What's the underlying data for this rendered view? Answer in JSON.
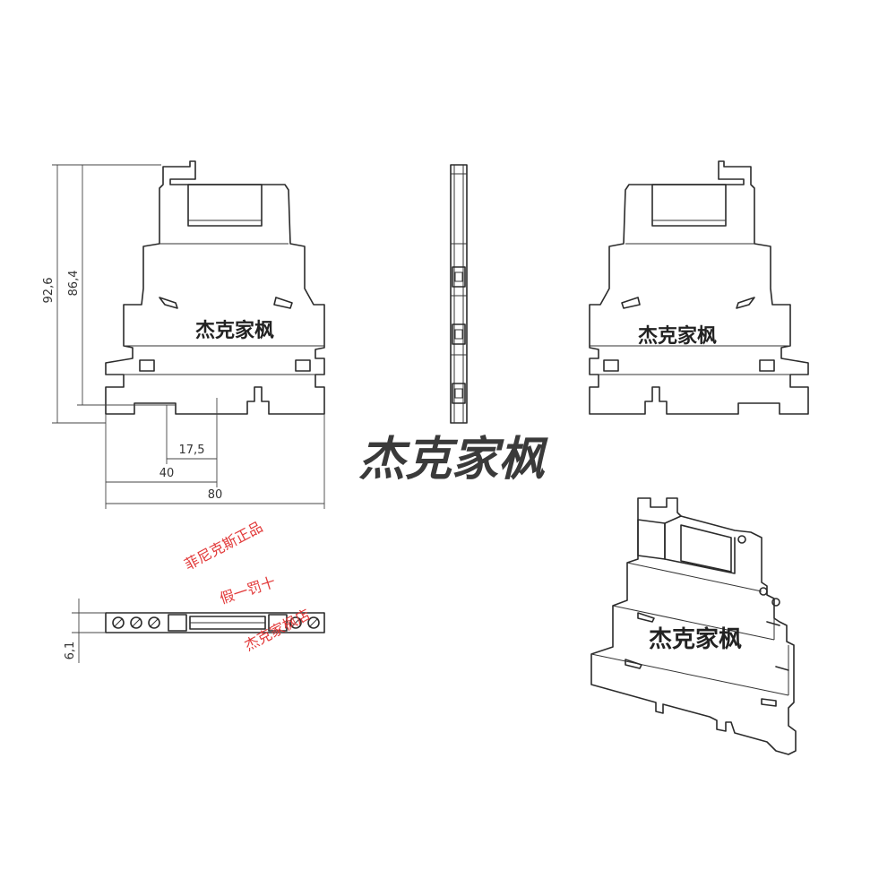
{
  "dimensions": {
    "height_total": "92,6",
    "height_body": "86,4",
    "width_half_inner": "17,5",
    "width_half": "40",
    "width_total": "80",
    "thickness": "6,1"
  },
  "watermark": {
    "label": "杰克家枫",
    "big": "杰克家枫"
  },
  "red_stamp": {
    "line1": "菲尼克斯正品",
    "line2": "假一罚十",
    "line3": "杰克家枫店"
  },
  "colors": {
    "line": "#2b2b2b",
    "stamp_red": "#e23a3a",
    "watermark": "#3a3a3a"
  }
}
